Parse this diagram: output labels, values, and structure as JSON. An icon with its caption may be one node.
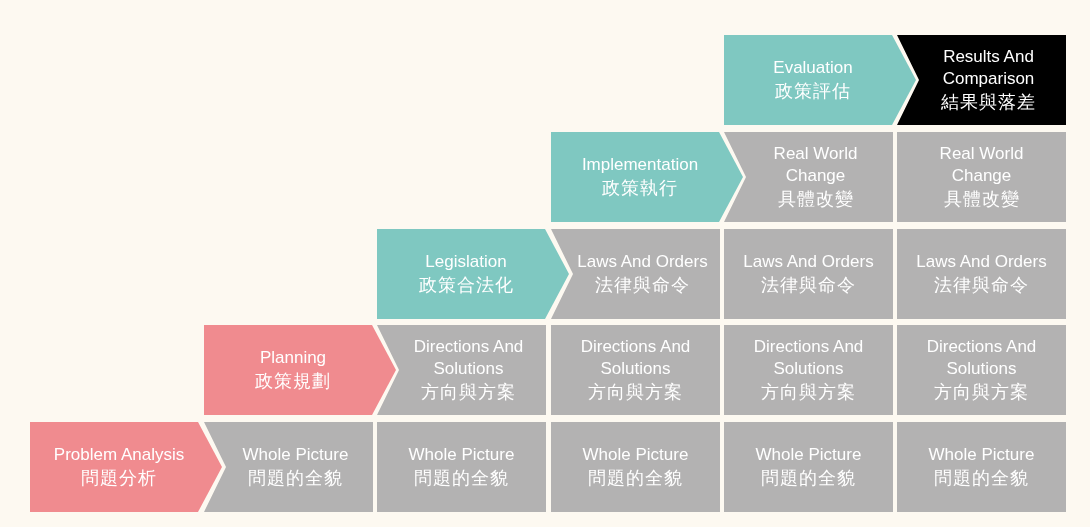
{
  "diagram": {
    "nodes": [
      {
        "text": [
          "Evaluation",
          "政策評估"
        ]
      },
      {
        "text": [
          "Results And Comparison",
          "結果與落差"
        ]
      },
      {
        "text": [
          "Implementation",
          "政策執行"
        ]
      },
      {
        "text": [
          "Real World Change",
          "具體改變"
        ]
      },
      {
        "text": [
          "Real World Change",
          "具體改變"
        ]
      },
      {
        "text": [
          "Legislation",
          "政策合法化"
        ]
      },
      {
        "text": [
          "Laws And Orders",
          "法律與命令"
        ]
      },
      {
        "text": [
          "Laws And Orders",
          "法律與命令"
        ]
      },
      {
        "text": [
          "Laws And Orders",
          "法律與命令"
        ]
      },
      {
        "text": [
          "Planning",
          "政策規劃"
        ]
      },
      {
        "text": [
          "Directions And Solutions",
          "方向與方案"
        ]
      },
      {
        "text": [
          "Directions And Solutions",
          "方向與方案"
        ]
      },
      {
        "text": [
          "Directions And Solutions",
          "方向與方案"
        ]
      },
      {
        "text": [
          "Directions And Solutions",
          "方向與方案"
        ]
      },
      {
        "text": [
          "Problem Analysis",
          "問題分析"
        ]
      },
      {
        "text": [
          "Whole Picture",
          "問題的全貌"
        ]
      },
      {
        "text": [
          "Whole Picture",
          "問題的全貌"
        ]
      },
      {
        "text": [
          "Whole Picture",
          "問題的全貌"
        ]
      },
      {
        "text": [
          "Whole Picture",
          "問題的全貌"
        ]
      },
      {
        "text": [
          "Whole Picture",
          "問題的全貌"
        ]
      }
    ]
  }
}
